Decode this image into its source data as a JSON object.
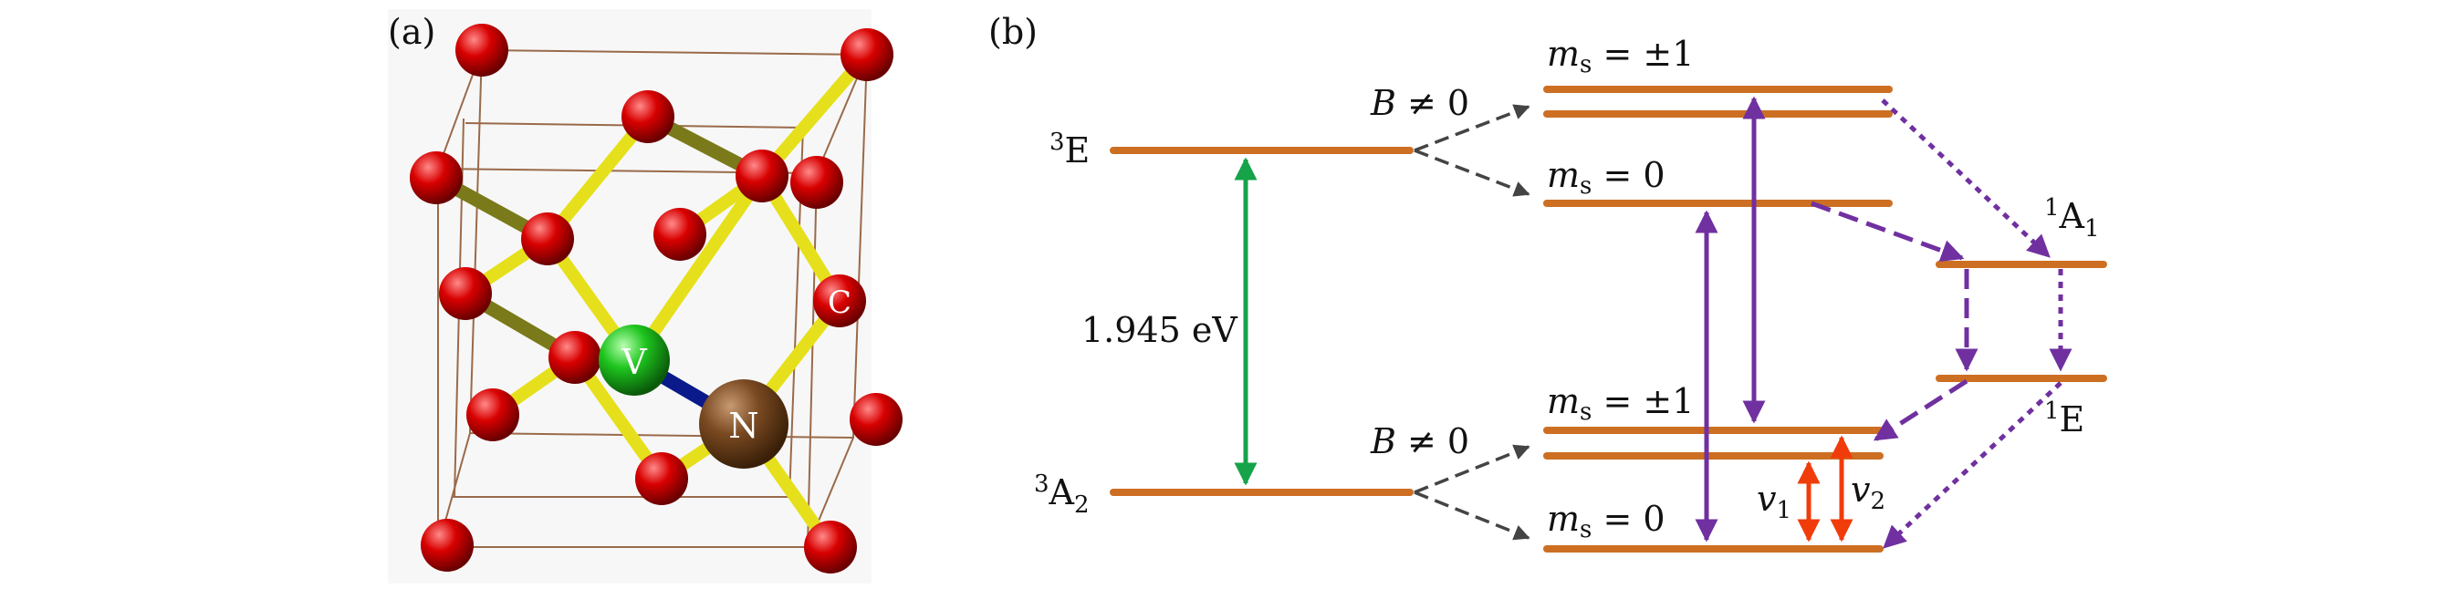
{
  "panel_a": {
    "label": "(a)",
    "atom_labels": {
      "vacancy": "V",
      "nitrogen": "N",
      "carbon": "C"
    }
  },
  "panel_b": {
    "label": "(b)",
    "excited_state": {
      "sup": "3",
      "base": "E"
    },
    "ground_state": {
      "sup": "3",
      "base": "A",
      "sub": "2"
    },
    "singlet_upper": {
      "sup": "1",
      "base": "A",
      "sub": "1"
    },
    "singlet_lower": {
      "sup": "1",
      "base": "E"
    },
    "energy_gap": "1.945 eV",
    "field_label": {
      "var": "B",
      "rel": " ≠ 0"
    },
    "ms_pm1": {
      "var": "m",
      "sub": "s",
      "val": " = ±1"
    },
    "ms_0": {
      "var": "m",
      "sub": "s",
      "val": " = 0"
    },
    "nu1": {
      "var": "v",
      "sub": "1"
    },
    "nu2": {
      "var": "v",
      "sub": "2"
    }
  },
  "colors": {
    "level": "#cd6f22",
    "green_arrow": "#16a34a",
    "purple": "#7030a0",
    "red_arrow": "#f03c0a",
    "gray_dash": "#444444",
    "carbon_atom": "#d40000",
    "bond": "#e6e01c",
    "vacancy_atom": "#1ec41e",
    "nitrogen_atom": "#7a4a22",
    "vn_bond": "#0a1a8a"
  }
}
